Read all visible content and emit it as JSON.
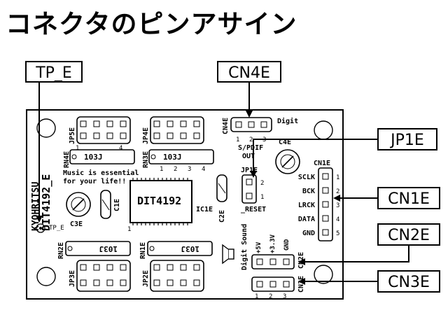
{
  "title": "コネクタのピンアサイン",
  "callouts": {
    "tp_e": "TP_E",
    "cn4e": "CN4E",
    "jp1e": "JP1E",
    "cn1e": "CN1E",
    "cn2e": "CN2E",
    "cn3e": "CN3E"
  },
  "board": {
    "maker": "KYOHRITSU",
    "model": "DIT4192_E",
    "slogan_line1": "Music is essential",
    "slogan_line2": "for your life!!",
    "chip": "DIT4192",
    "chip_ref": "IC1E",
    "chip_pin1": "1",
    "tp_label": "TP_E",
    "jp5e": "JP5E",
    "jp4e": "JP4E",
    "jp3e": "JP3E",
    "jp2e": "JP2E",
    "rn4e": "RN4E",
    "rn3e": "RN3E",
    "rn2e": "RN2E",
    "rn1e": "RN1E",
    "rn_value": "103J",
    "rn_pin1": "1",
    "rn_pin4": "4",
    "rn3_pins": [
      "1",
      "2",
      "3",
      "4"
    ],
    "c1e": "C1E",
    "c2e": "C2E",
    "c3e": "C3E",
    "c4e": "C4E",
    "cn4e_ref": "CN4E",
    "digit": "Digit",
    "cn4e_pins": [
      "1",
      "2",
      "3"
    ],
    "spdif": "S/PDIF",
    "out": "OUT",
    "jp1e_ref": "JP1E",
    "jp1e_pins": [
      "2",
      "1"
    ],
    "reset": "_RESET",
    "cn1e_ref": "CN1E",
    "cn1e_signals": [
      "SCLK",
      "BCK",
      "LRCK",
      "DATA",
      "GND"
    ],
    "cn1e_pins": [
      "1",
      "2",
      "3",
      "4",
      "5"
    ],
    "digit_sound": "Digit Sound",
    "v5": "+5V",
    "v33": "+3.3V",
    "gnd": "GND",
    "cn2e_ref": "CN2E",
    "cn3e_ref": "CN3E",
    "cn3e_pins": [
      "1",
      "2",
      "3"
    ]
  }
}
